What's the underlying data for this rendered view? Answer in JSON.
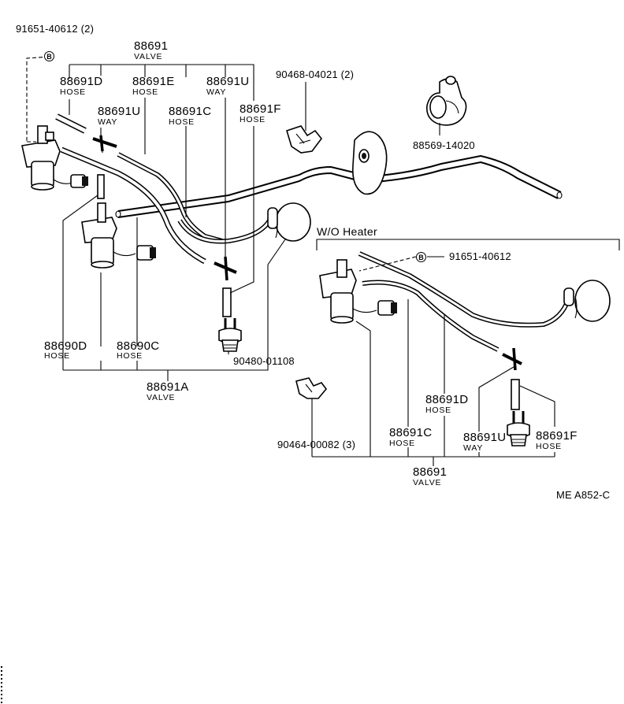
{
  "diagram": {
    "labels": {
      "p91651_top": "91651-40612 (2)",
      "b_marker": "B",
      "p88691_valve": "88691",
      "valve_word": "VALVE",
      "p88691D": "88691D",
      "hose_word": "HOSE",
      "p88691E": "88691E",
      "p88691U_top": "88691U",
      "way_word": "WAY",
      "p88691U_left": "88691U",
      "p88691C": "88691C",
      "p88691F": "88691F",
      "p90468": "90468-04021 (2)",
      "p88569": "88569-14020",
      "wo_heater": "W/O  Heater",
      "p91651_right": "91651-40612",
      "p88690D": "88690D",
      "p88690C": "88690C",
      "p90480": "90480-01108",
      "p88691A": "88691A",
      "p90464": "90464-00082 (3)",
      "r88691D": "88691D",
      "r88691C": "88691C",
      "r88691U": "88691U",
      "r88691F": "88691F",
      "r88691": "88691",
      "code": "ME  A852-C"
    }
  }
}
